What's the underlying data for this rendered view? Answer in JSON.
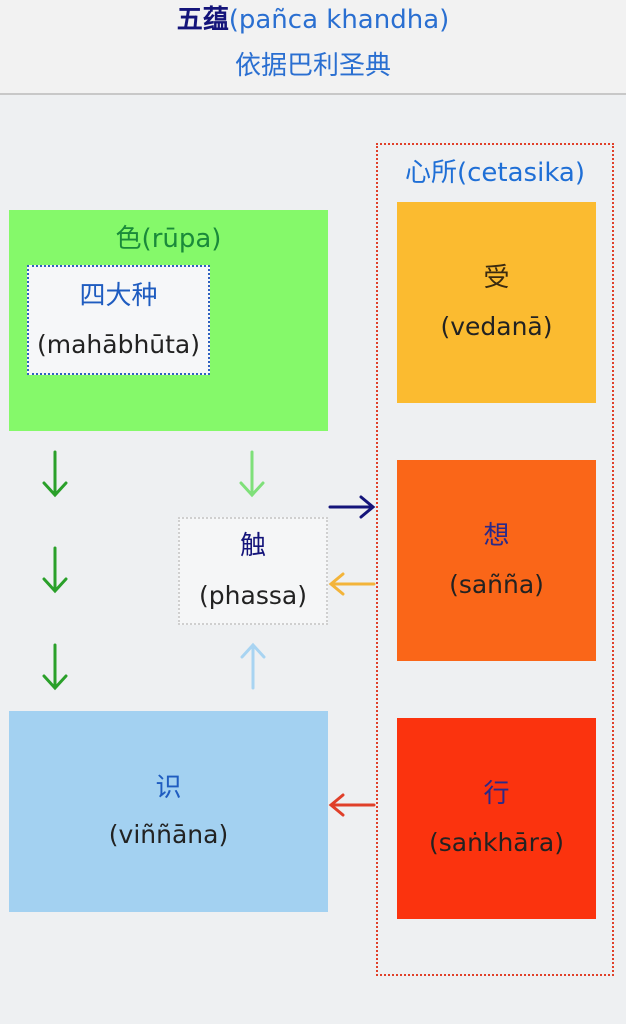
{
  "header": {
    "title_cn": "五蕴",
    "title_pali": "(pañca khandha)",
    "subtitle": "依据巴利圣典"
  },
  "cetasika": {
    "label": "心所(cetasika)"
  },
  "rupa": {
    "label": "色(rūpa)"
  },
  "mahabhuta": {
    "cn": "四大种",
    "pali": "(mahābhūta)"
  },
  "phassa": {
    "cn": "触",
    "pali": "(phassa)"
  },
  "vinnana": {
    "cn": "识",
    "pali": "(viññāna)"
  },
  "vedana": {
    "cn": "受",
    "pali": "(vedanā)"
  },
  "sanna": {
    "cn": "想",
    "pali": "(sañña)"
  },
  "sankhara": {
    "cn": "行",
    "pali": "(saṅkhāra)"
  },
  "colors": {
    "rupa": "#85f96a",
    "vinnana": "#a3d1f1",
    "vedana": "#fbbb30",
    "sanna": "#fa6618",
    "sankhara": "#fb330e",
    "arrow_green_dark": "#2aa02a",
    "arrow_green_light": "#7fe07a",
    "arrow_blue_light": "#a8d4f2",
    "arrow_navy": "#14147a",
    "arrow_orange": "#f3b43a",
    "arrow_red": "#e0402a"
  }
}
